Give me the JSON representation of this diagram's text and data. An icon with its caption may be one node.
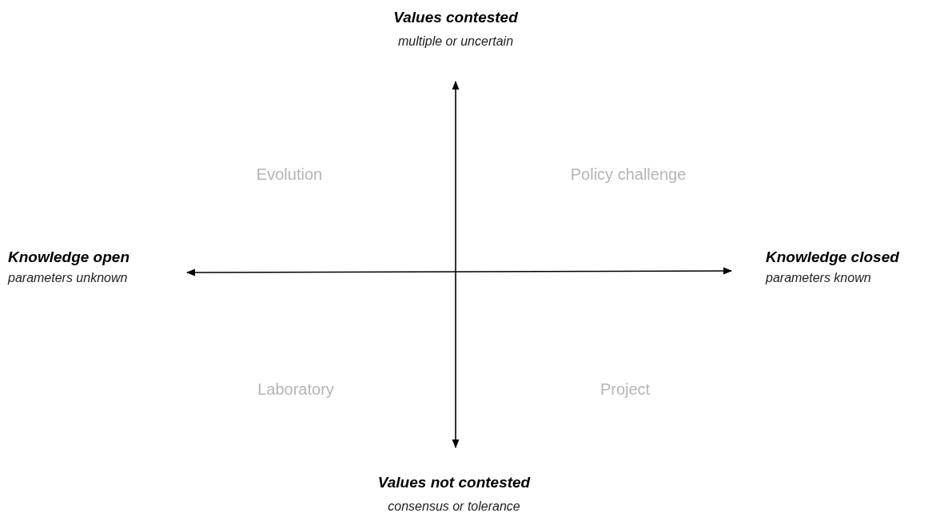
{
  "diagram": {
    "labels": [
      "Values contested",
      "multiple or uncertain",
      "Evolution",
      "Policy challenge",
      "Knowledge open",
      "parameters unknown",
      "Knowledge closed",
      "parameters known",
      "Laboratory",
      "Project",
      "Values not contested",
      "consensus or tolerance"
    ]
  }
}
